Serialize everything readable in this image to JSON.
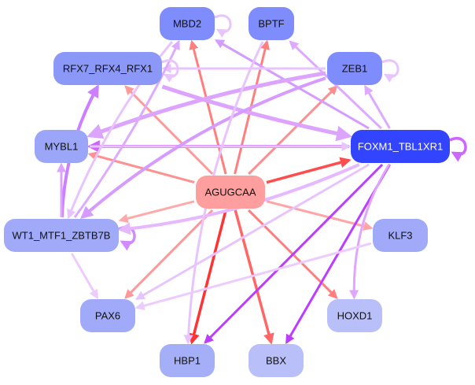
{
  "graph": {
    "title": "Motif regulatory network",
    "nodes": [
      {
        "id": "AGUGCAA",
        "label": "AGUGCAA",
        "fill": "#ff9e9e",
        "text": "#111111",
        "role": "motif"
      },
      {
        "id": "MBD2",
        "label": "MBD2",
        "fill": "#7f8cfb",
        "text": "#111111"
      },
      {
        "id": "BPTF",
        "label": "BPTF",
        "fill": "#7f8cfb",
        "text": "#111111"
      },
      {
        "id": "RFX7_RFX4_RFX1",
        "label": "RFX7_RFX4_RFX1",
        "fill": "#8c98f8",
        "text": "#111111"
      },
      {
        "id": "ZEB1",
        "label": "ZEB1",
        "fill": "#7f8cfb",
        "text": "#111111"
      },
      {
        "id": "MYBL1",
        "label": "MYBL1",
        "fill": "#9ba6f8",
        "text": "#111111"
      },
      {
        "id": "FOXM1_TBL1XR1",
        "label": "FOXM1_TBL1XR1",
        "fill": "#3344ff",
        "text": "#ffffff"
      },
      {
        "id": "WT1_MTF1_ZBTB7B",
        "label": "WT1_MTF1_ZBTB7B",
        "fill": "#a0aaf8",
        "text": "#111111"
      },
      {
        "id": "KLF3",
        "label": "KLF3",
        "fill": "#a0aaf8",
        "text": "#111111"
      },
      {
        "id": "PAX6",
        "label": "PAX6",
        "fill": "#a0aaf8",
        "text": "#111111"
      },
      {
        "id": "HOXD1",
        "label": "HOXD1",
        "fill": "#b8bff9",
        "text": "#111111"
      },
      {
        "id": "HBP1",
        "label": "HBP1",
        "fill": "#a5aff8",
        "text": "#111111"
      },
      {
        "id": "BBX",
        "label": "BBX",
        "fill": "#b8bff9",
        "text": "#111111"
      }
    ],
    "edges": [
      {
        "source": "AGUGCAA",
        "target": "MBD2",
        "color": "#ff7f7f",
        "weight": 3
      },
      {
        "source": "AGUGCAA",
        "target": "BPTF",
        "color": "#ff7f7f",
        "weight": 3
      },
      {
        "source": "AGUGCAA",
        "target": "RFX7_RFX4_RFX1",
        "color": "#ff9a9a",
        "weight": 3
      },
      {
        "source": "AGUGCAA",
        "target": "ZEB1",
        "color": "#ff8f8f",
        "weight": 3
      },
      {
        "source": "AGUGCAA",
        "target": "MYBL1",
        "color": "#ff9090",
        "weight": 3
      },
      {
        "source": "AGUGCAA",
        "target": "FOXM1_TBL1XR1",
        "color": "#ff4c4c",
        "weight": 3.5
      },
      {
        "source": "AGUGCAA",
        "target": "WT1_MTF1_ZBTB7B",
        "color": "#ffaaaa",
        "weight": 3
      },
      {
        "source": "AGUGCAA",
        "target": "KLF3",
        "color": "#ffa5a5",
        "weight": 3
      },
      {
        "source": "AGUGCAA",
        "target": "PAX6",
        "color": "#ff9898",
        "weight": 3
      },
      {
        "source": "AGUGCAA",
        "target": "HOXD1",
        "color": "#ff7f7f",
        "weight": 3
      },
      {
        "source": "AGUGCAA",
        "target": "HBP1",
        "color": "#ff3333",
        "weight": 3.5
      },
      {
        "source": "AGUGCAA",
        "target": "BBX",
        "color": "#ff6666",
        "weight": 3.5
      },
      {
        "source": "MBD2",
        "target": "MBD2",
        "color": "#e8c4ff",
        "weight": 3
      },
      {
        "source": "ZEB1",
        "target": "ZEB1",
        "color": "#e8c4ff",
        "weight": 3
      },
      {
        "source": "FOXM1_TBL1XR1",
        "target": "FOXM1_TBL1XR1",
        "color": "#cc66ff",
        "weight": 3.5
      },
      {
        "source": "WT1_MTF1_ZBTB7B",
        "target": "WT1_MTF1_ZBTB7B",
        "color": "#d08cff",
        "weight": 3.5
      },
      {
        "source": "FOXM1_TBL1XR1",
        "target": "HBP1",
        "color": "#bb3dff",
        "weight": 3
      },
      {
        "source": "FOXM1_TBL1XR1",
        "target": "BBX",
        "color": "#bb3dff",
        "weight": 3
      },
      {
        "source": "FOXM1_TBL1XR1",
        "target": "HOXD1",
        "color": "#e0a6ff",
        "weight": 3
      },
      {
        "source": "FOXM1_TBL1XR1",
        "target": "ZEB1",
        "color": "#ddaaff",
        "weight": 3
      },
      {
        "source": "FOXM1_TBL1XR1",
        "target": "BPTF",
        "color": "#ddaaff",
        "weight": 3
      },
      {
        "source": "FOXM1_TBL1XR1",
        "target": "MBD2",
        "color": "#d59bff",
        "weight": 3
      },
      {
        "source": "FOXM1_TBL1XR1",
        "target": "MYBL1",
        "color": "#cc66ff",
        "weight": 4
      },
      {
        "source": "FOXM1_TBL1XR1",
        "target": "WT1_MTF1_ZBTB7B",
        "color": "#e6b8ff",
        "weight": 4
      },
      {
        "source": "FOXM1_TBL1XR1",
        "target": "PAX6",
        "color": "#e8c4ff",
        "weight": 3
      },
      {
        "source": "RFX7_RFX4_RFX1",
        "target": "FOXM1_TBL1XR1",
        "color": "#dca4ff",
        "weight": 5
      },
      {
        "source": "MYBL1",
        "target": "FOXM1_TBL1XR1",
        "color": "#e8c4ff",
        "weight": 3
      },
      {
        "source": "ZEB1",
        "target": "MYBL1",
        "color": "#dca4ff",
        "weight": 5
      },
      {
        "source": "ZEB1",
        "target": "WT1_MTF1_ZBTB7B",
        "color": "#d59bff",
        "weight": 4
      },
      {
        "source": "ZEB1",
        "target": "RFX7_RFX4_RFX1",
        "color": "#e8c4ff",
        "weight": 3
      },
      {
        "source": "MBD2",
        "target": "WT1_MTF1_ZBTB7B",
        "color": "#e8c4ff",
        "weight": 3
      },
      {
        "source": "BPTF",
        "target": "HBP1",
        "color": "#e8c4ff",
        "weight": 3
      },
      {
        "source": "WT1_MTF1_ZBTB7B",
        "target": "RFX7_RFX4_RFX1",
        "color": "#cc80ff",
        "weight": 4
      },
      {
        "source": "WT1_MTF1_ZBTB7B",
        "target": "MYBL1",
        "color": "#dca4ff",
        "weight": 3
      },
      {
        "source": "WT1_MTF1_ZBTB7B",
        "target": "PAX6",
        "color": "#ecccff",
        "weight": 3
      },
      {
        "source": "WT1_MTF1_ZBTB7B",
        "target": "MBD2",
        "color": "#ddaaff",
        "weight": 3
      },
      {
        "source": "KLF3",
        "target": "PAX6",
        "color": "#ecccff",
        "weight": 3
      },
      {
        "source": "RFX7_RFX4_RFX1",
        "target": "RFX7_RFX4_RFX1",
        "color": "#e8c4ff",
        "weight": 3
      }
    ]
  }
}
